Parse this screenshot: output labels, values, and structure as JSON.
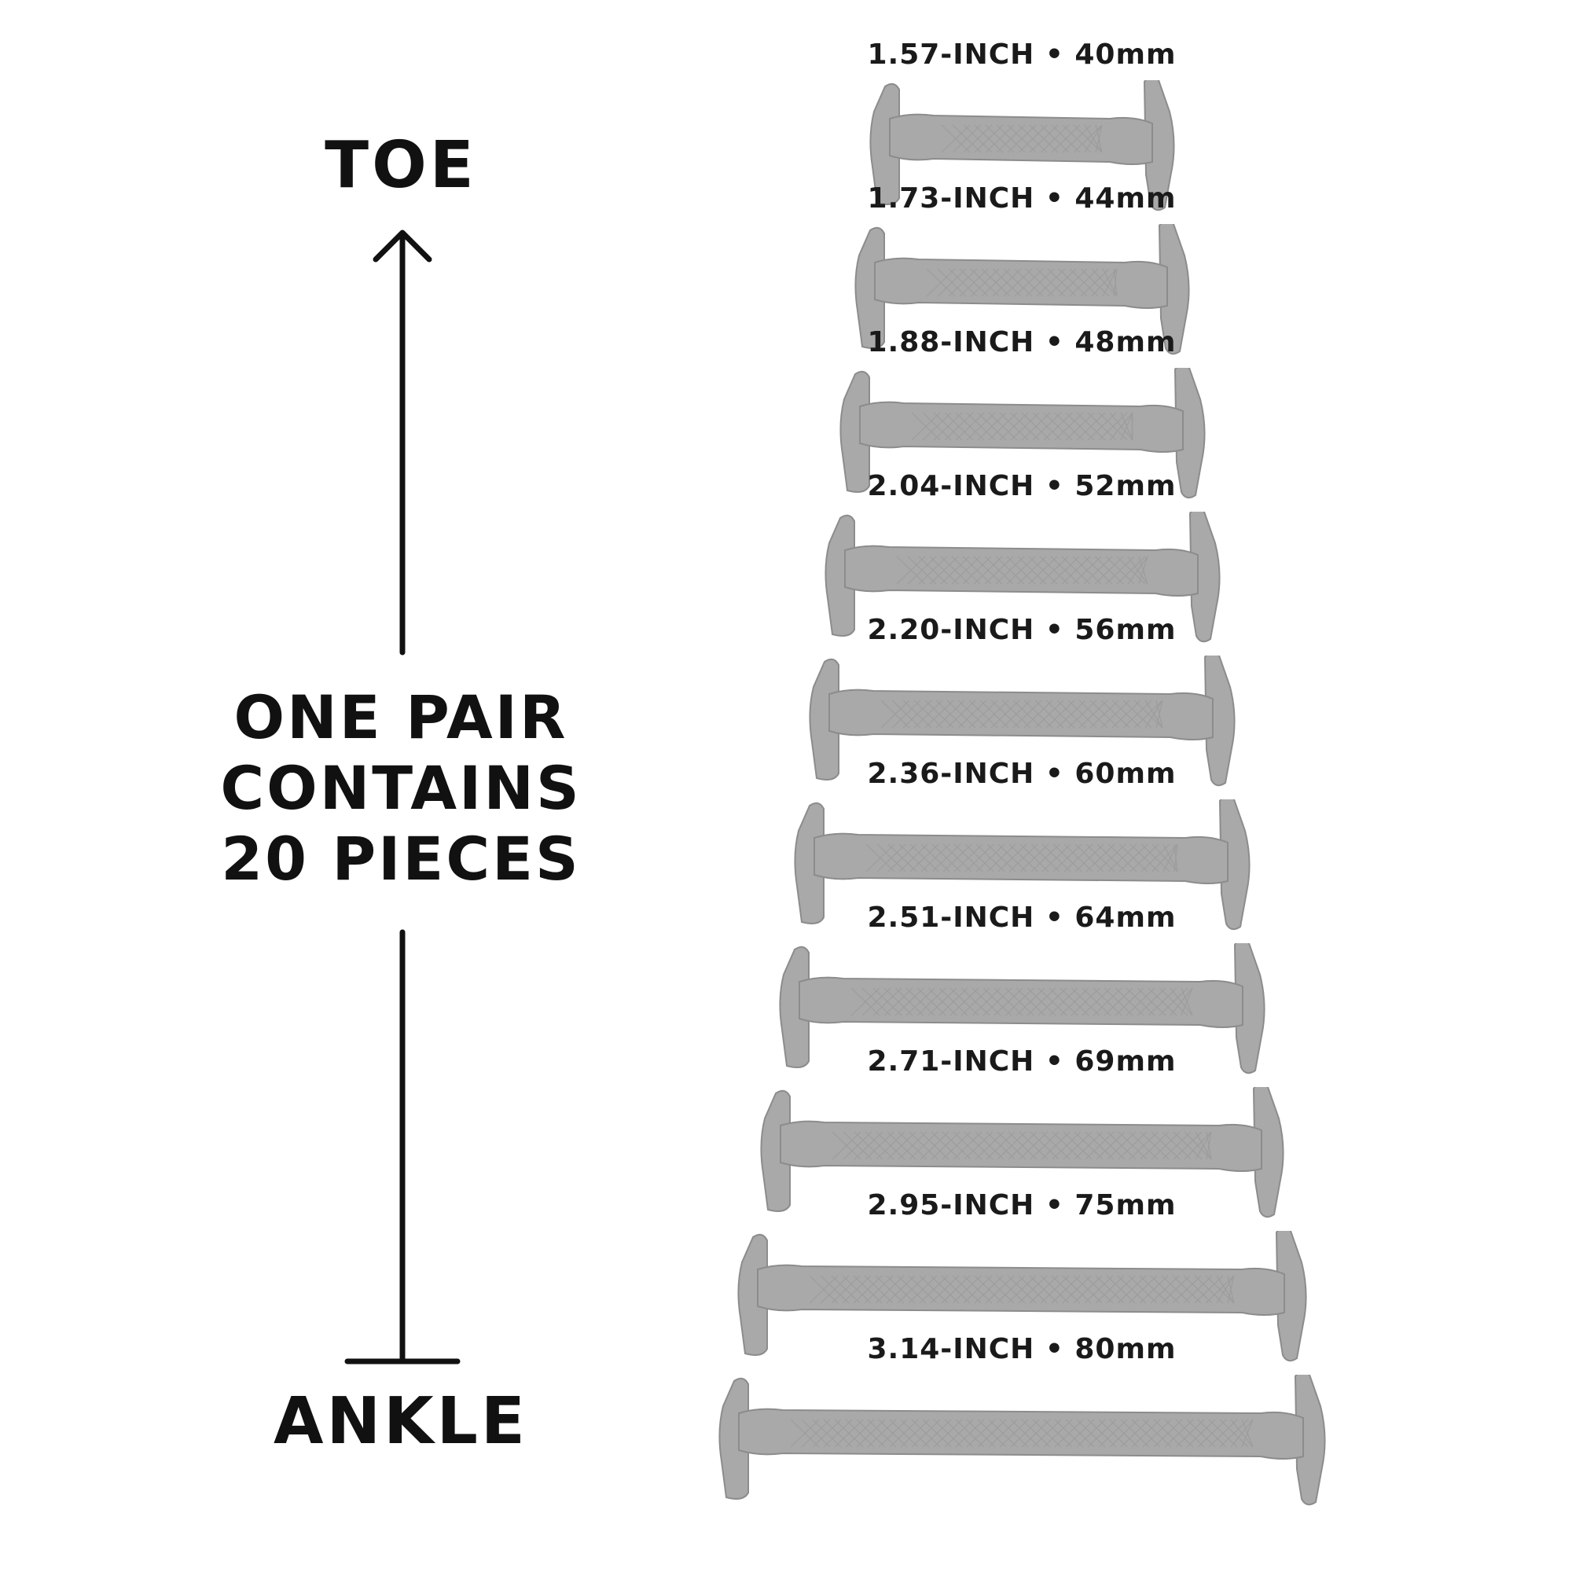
{
  "direction": {
    "top_label": "TOE",
    "bottom_label": "ANKLE"
  },
  "pack_info": {
    "lines": [
      "ONE PAIR",
      "CONTAINS",
      "20 PIECES"
    ]
  },
  "colors": {
    "piece_fill": "#a9a9a9",
    "piece_edge": "#8c8c8c",
    "text": "#111111"
  },
  "pieces": [
    {
      "label": "1.57-INCH • 40mm",
      "length_mm": 40
    },
    {
      "label": "1.73-INCH • 44mm",
      "length_mm": 44
    },
    {
      "label": "1.88-INCH • 48mm",
      "length_mm": 48
    },
    {
      "label": "2.04-INCH • 52mm",
      "length_mm": 52
    },
    {
      "label": "2.20-INCH • 56mm",
      "length_mm": 56
    },
    {
      "label": "2.36-INCH • 60mm",
      "length_mm": 60
    },
    {
      "label": "2.51-INCH • 64mm",
      "length_mm": 64
    },
    {
      "label": "2.71-INCH • 69mm",
      "length_mm": 69
    },
    {
      "label": "2.95-INCH • 75mm",
      "length_mm": 75
    },
    {
      "label": "3.14-INCH • 80mm",
      "length_mm": 80
    }
  ]
}
